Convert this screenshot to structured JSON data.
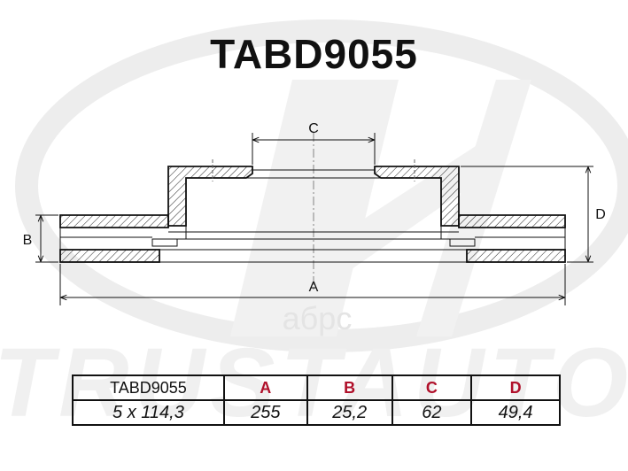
{
  "title": "TABD9055",
  "watermark": {
    "brand_text": "TRUSTAUTO",
    "store_text": "абрс"
  },
  "diagram": {
    "labels": {
      "A": "A",
      "B": "B",
      "C": "C",
      "D": "D"
    }
  },
  "spec_table": {
    "header": {
      "model": "TABD9055",
      "a": "A",
      "b": "B",
      "c": "C",
      "d": "D"
    },
    "values": {
      "bolts": "5 x 114,3",
      "a": "255",
      "b": "25,2",
      "c": "62",
      "d": "49,4"
    }
  },
  "colors": {
    "header_letters": "#b0102a",
    "line": "#111111",
    "watermark": "#ececec"
  }
}
